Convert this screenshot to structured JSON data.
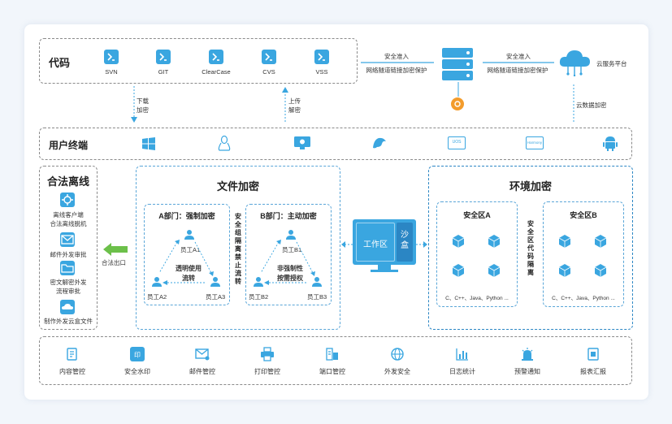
{
  "colors": {
    "accent": "#3aa6e0",
    "green": "#6cc04a",
    "orange": "#f39c2c",
    "dashed_gray": "#8a8a8a",
    "dashed_blue": "#5aa6d8"
  },
  "code": {
    "title": "代码",
    "repos": [
      "SVN",
      "GIT",
      "ClearCase",
      "CVS",
      "VSS"
    ]
  },
  "server_links": {
    "left_top": "安全准入",
    "left_bottom": "网络隧道链接加密保护",
    "right_top": "安全准入",
    "right_bottom": "网络隧道链接加密保护",
    "cloud": "云服务平台",
    "cloud_encrypt": "云数据加密"
  },
  "arrows": {
    "download": [
      "下载",
      "加密"
    ],
    "upload": [
      "上传",
      "解密"
    ]
  },
  "terminals": {
    "title": "用户终端",
    "os_icons": [
      "windows-icon",
      "linux-icon",
      "mac-icon",
      "uos-icon",
      "ios-icon",
      "harmony-icon",
      "android-icon"
    ],
    "os_labels": [
      "",
      "",
      "",
      "",
      "UOS",
      "Harmony",
      ""
    ]
  },
  "offline": {
    "title": "合法离线",
    "items": [
      {
        "icon": "offline-client-icon",
        "label": [
          "离线客户端",
          "合法离线脱机"
        ]
      },
      {
        "icon": "mail-icon",
        "label": [
          "邮件外发审批"
        ]
      },
      {
        "icon": "folder-icon",
        "label": [
          "密文解密外发",
          "流程审批"
        ]
      },
      {
        "icon": "cloud-box-icon",
        "label": [
          "制作外发云盒文件"
        ]
      }
    ],
    "exit_label": "合法出口"
  },
  "file_encrypt": {
    "title": "文件加密",
    "deptA": {
      "title": "A部门：强制加密",
      "users": [
        "员工A1",
        "员工A2",
        "员工A3"
      ],
      "center": [
        "透明使用",
        "流转"
      ]
    },
    "divider": [
      "安",
      "全",
      "组",
      "隔",
      "离",
      "禁",
      "止",
      "流",
      "转"
    ],
    "deptB": {
      "title": "B部门：主动加密",
      "users": [
        "员工B1",
        "员工B2",
        "员工B3"
      ],
      "center": [
        "非强制性",
        "按需授权"
      ]
    }
  },
  "workspace": {
    "work": "工作区",
    "sandbox": [
      "沙",
      "盒"
    ]
  },
  "env_encrypt": {
    "title": "环境加密",
    "zoneA": {
      "title": "安全区A",
      "langs": "C、C++、Java、Python ..."
    },
    "divider": [
      "安",
      "全",
      "区",
      "代",
      "码",
      "隔",
      "离"
    ],
    "zoneB": {
      "title": "安全区B",
      "langs": "C、C++、Java、Python ..."
    }
  },
  "controls": [
    {
      "icon": "content-control-icon",
      "label": "内容管控"
    },
    {
      "icon": "watermark-icon",
      "label": "安全水印"
    },
    {
      "icon": "mail-control-icon",
      "label": "邮件管控"
    },
    {
      "icon": "print-icon",
      "label": "打印管控"
    },
    {
      "icon": "port-icon",
      "label": "端口管控"
    },
    {
      "icon": "globe-icon",
      "label": "外发安全"
    },
    {
      "icon": "stats-icon",
      "label": "日志统计"
    },
    {
      "icon": "alert-icon",
      "label": "预警通知"
    },
    {
      "icon": "report-icon",
      "label": "报表汇报"
    }
  ]
}
